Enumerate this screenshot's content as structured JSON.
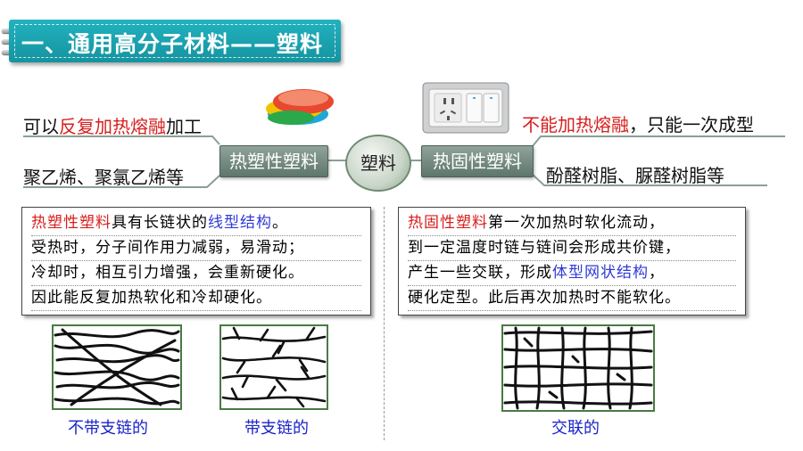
{
  "title": "一、通用高分子材料——塑料",
  "center_label": "塑料",
  "left": {
    "tab": "热塑性塑料",
    "line1_plain_a": "可以",
    "line1_red": "反复加热熔融",
    "line1_plain_b": "加工",
    "line2": "聚乙烯、聚氯乙烯等"
  },
  "right": {
    "tab": "热固性塑料",
    "line1_red": "不能加热熔融",
    "line1_plain": "，只能一次成型",
    "line2": "酚醛树脂、脲醛树脂等"
  },
  "box_left": {
    "l1_red": "热塑性塑料",
    "l1_mid": "具有长链状的",
    "l1_blue": "线型结构",
    "l1_end": "。",
    "l2": "受热时，分子间作用力减弱，易滑动；",
    "l3": "冷却时，相互引力增强，会重新硬化。",
    "l4": "因此能反复加热软化和冷却硬化。"
  },
  "box_right": {
    "l1_red": "热固性塑料",
    "l1_rest": "第一次加热时软化流动，",
    "l2": "到一定温度时链与链间会形成共价键，",
    "l3_a": "产生一些交联，形成",
    "l3_blue": "体型网状结构",
    "l3_b": "，",
    "l4": "硬化定型。此后再次加热时不能软化。"
  },
  "captions": {
    "unbranched": "不带支链的",
    "branched": "带支链的",
    "crosslinked": "交联的"
  },
  "colors": {
    "title_bg": "#1aa3b0",
    "emphasis_red": "#d81e1e",
    "emphasis_blue": "#2f3ad6",
    "tab_bg": "#6f867c",
    "caption_blue": "#1a24c8"
  },
  "icons": [
    "binder-rings-icon",
    "plastic-bowls-icon",
    "wall-socket-icon"
  ]
}
